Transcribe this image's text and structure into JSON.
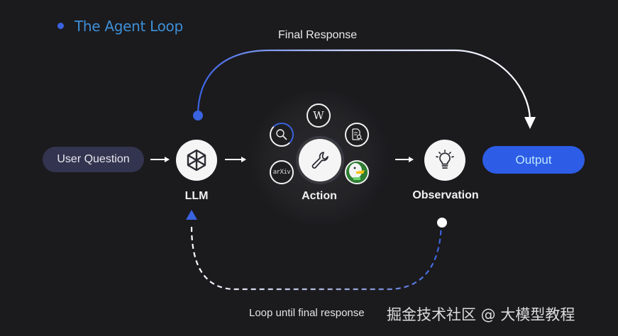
{
  "title": "The Agent Loop",
  "edges": {
    "final_response": "Final Response",
    "loop": "Loop until final response"
  },
  "nodes": {
    "user_question": "User Question",
    "llm": "LLM",
    "action": "Action",
    "observation": "Observation",
    "output": "Output"
  },
  "tools": [
    {
      "name": "wikipedia",
      "icon": "W"
    },
    {
      "name": "search",
      "icon": "magnifier"
    },
    {
      "name": "document-search",
      "icon": "doc-magnifier"
    },
    {
      "name": "arxiv",
      "icon": "arXiv"
    },
    {
      "name": "duckduckgo",
      "icon": "duck"
    }
  ],
  "watermark": "掘金技术社区 @ 大模型教程",
  "colors": {
    "background": "#1b1a1d",
    "accent_blue": "#2d5de6",
    "title_blue": "#3d8fd6",
    "pill_dark": "#33344f"
  }
}
